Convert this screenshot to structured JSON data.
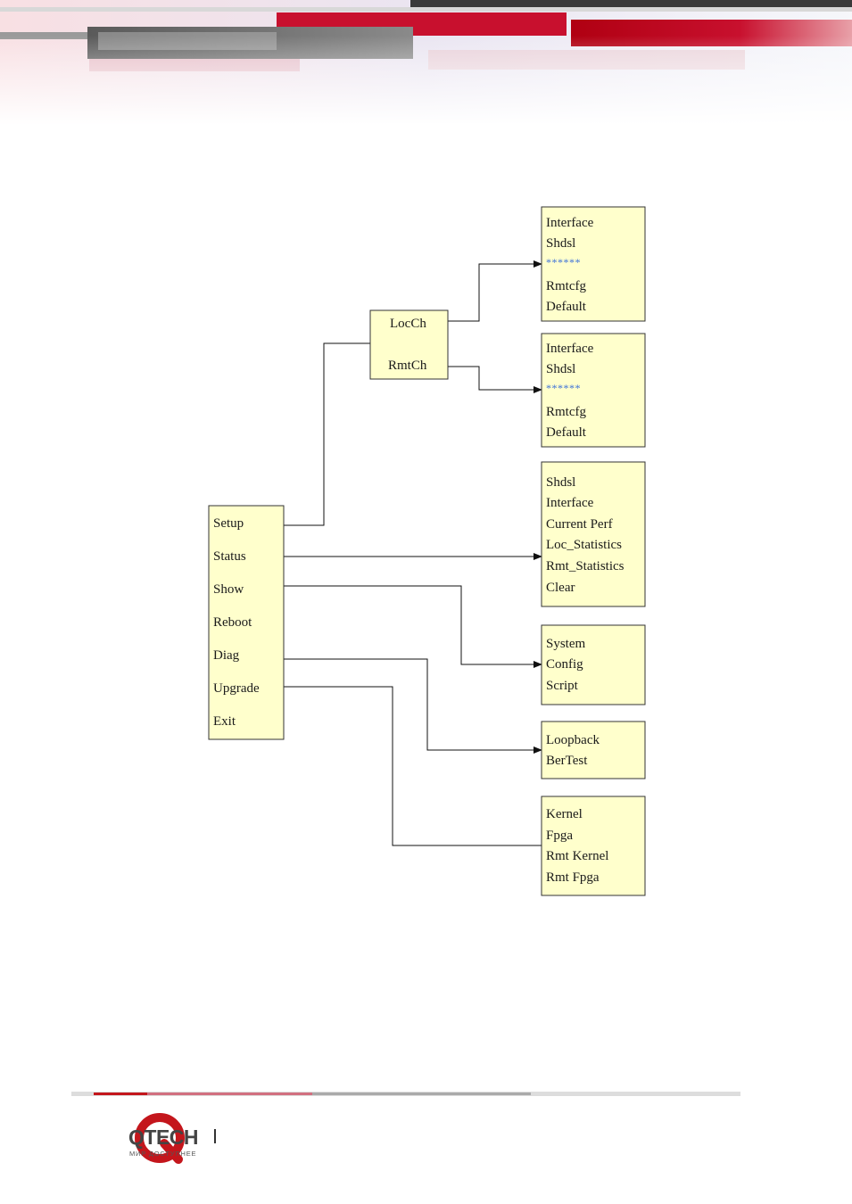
{
  "colors": {
    "box_fill": "#ffffcc",
    "box_stroke": "#333333",
    "link_blue": "#3a6fd8",
    "brand_red": "#c4161c"
  },
  "diagram": {
    "main_menu": [
      "Setup",
      "Status",
      "Show",
      "Reboot",
      "Diag",
      "Upgrade",
      "Exit"
    ],
    "setup_submenu": [
      "LocCh",
      "RmtCh"
    ],
    "locch_menu": [
      "Interface",
      "Shdsl",
      "******",
      "Rmtcfg",
      "Default"
    ],
    "rmtch_menu": [
      "Interface",
      "Shdsl",
      "******",
      "Rmtcfg",
      "Default"
    ],
    "status_menu": [
      "Shdsl",
      "Interface",
      "Current Perf",
      "Loc_Statistics",
      "Rmt_Statistics",
      "Clear"
    ],
    "show_menu": [
      "System",
      "Config",
      "Script"
    ],
    "diag_menu": [
      "Loopback",
      "BerTest"
    ],
    "upgrade_menu": [
      "Kernel",
      "Fpga",
      "Rmt Kernel",
      "Rmt Fpga"
    ]
  },
  "footer": {
    "brand": "QTECH",
    "tagline": "МИР ДОСТУПНЕЕ",
    "logo_icon": "qtech-q-logo-icon"
  }
}
